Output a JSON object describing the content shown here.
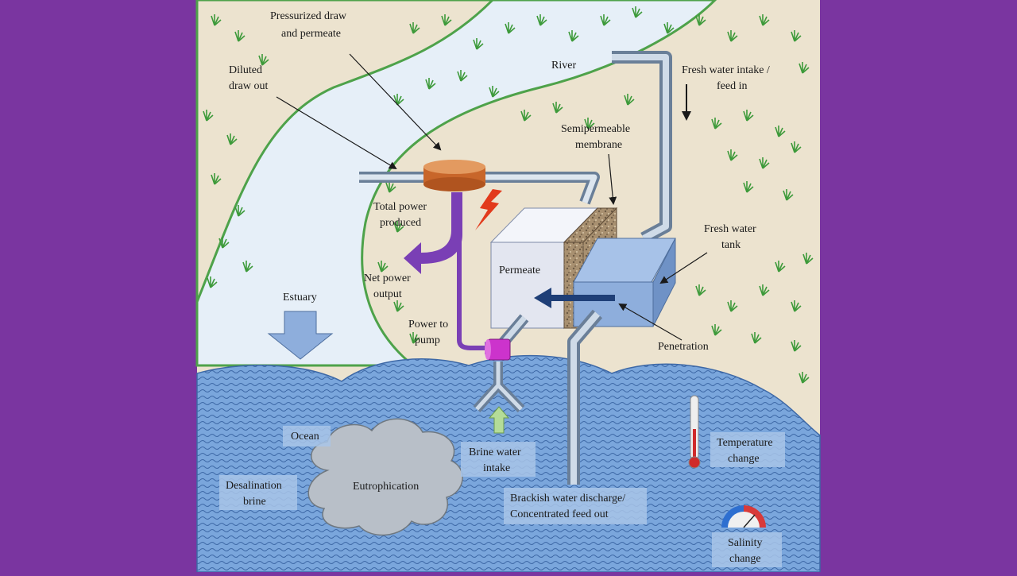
{
  "colors": {
    "frame": "#7a35a0",
    "land": "#ece3cf",
    "river": "#e6eff8",
    "ocean": "#7aa6dc",
    "grass": "#3d9a3a",
    "pipe": "#9aaec4",
    "generator": "#d9793a",
    "power_arrow": "#7a3fb5",
    "lightning": "#e23a1c",
    "pump": "#cc33cc",
    "permeate_box": "#e3e6f0",
    "membrane": "#a08a6c",
    "tank": "#8eaedc",
    "flow_arrow": "#1f3f77",
    "cloud": "#b8bfc8",
    "intake_arrow": "#b4dc98",
    "estuary_arrow": "#8eaedc"
  },
  "labels": {
    "pressurized": [
      "Pressurized draw",
      "and permeate"
    ],
    "diluted": [
      "Diluted",
      "draw out"
    ],
    "river": "River",
    "fresh_intake": [
      "Fresh water intake /",
      "feed in"
    ],
    "semipermeable": [
      "Semipermeable",
      "membrane"
    ],
    "total_power": [
      "Total power",
      "produced"
    ],
    "fresh_tank": [
      "Fresh water",
      "tank"
    ],
    "permeate": "Permeate",
    "net_power": [
      "Net power",
      "output"
    ],
    "estuary": "Estuary",
    "power_pump": [
      "Power to",
      "pump"
    ],
    "penetration": "Penetration",
    "ocean": "Ocean",
    "temperature": [
      "Temperature",
      "change"
    ],
    "brine_intake": [
      "Brine water",
      "intake"
    ],
    "desal_brine": [
      "Desalination",
      "brine"
    ],
    "eutrophication": "Eutrophication",
    "brackish": [
      "Brackish water discharge/",
      "Concentrated feed out"
    ],
    "salinity": [
      "Salinity",
      "change"
    ]
  },
  "icons": [
    "generator-icon",
    "lightning-icon",
    "pump-icon",
    "thermometer-icon",
    "salinity-gauge-icon",
    "cloud-icon"
  ]
}
